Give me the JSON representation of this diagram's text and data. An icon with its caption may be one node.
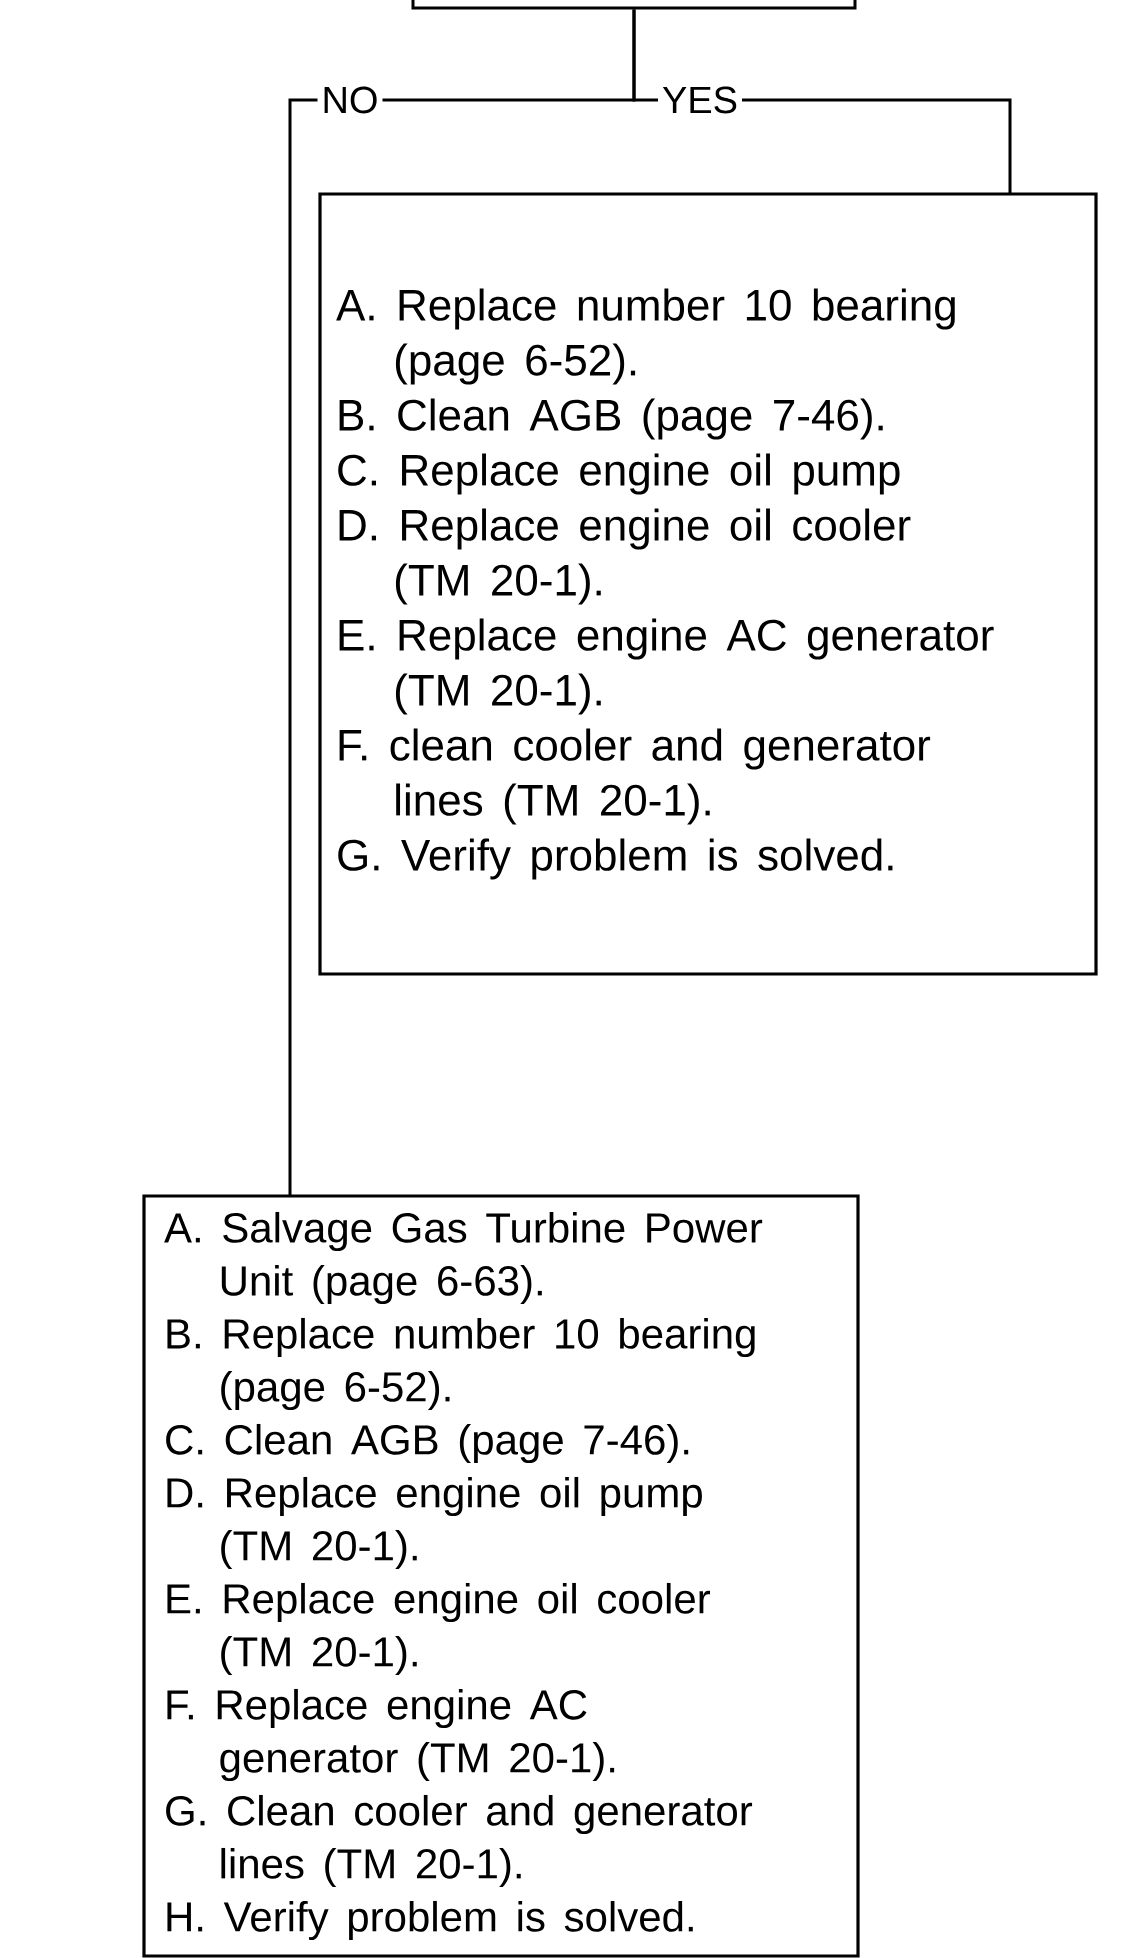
{
  "diagram": {
    "nodes": [
      {
        "text": [],
        "shape": "box"
      },
      {
        "text": [
          "A. Replace number 10 bearing (page 6-52).",
          "B. Clean AGB (page 7-46).",
          "C. Replace engine oil pump",
          "D. Replace engine oil cooler (TM 20-1).",
          "E. Replace engine AC generator (TM 20-1).",
          "F. clean cooler and generator lines (TM 20-1).",
          "G. Verify problem is solved."
        ]
      },
      {
        "text": [
          "A. Salvage Gas Turbine Power Unit (page 6-63).",
          "B. Replace number 10 bearing (page 6-52).",
          "C. Clean AGB (page 7-46).",
          "D. Replace engine oil pump (TM 20-1).",
          "E. Replace engine oil cooler (TM 20-1).",
          "F. Replace engine AC generator (TM 20-1).",
          "G. Clean cooler and generator lines (TM 20-1).",
          "H. Verify problem is solved."
        ]
      }
    ],
    "edges": [
      {
        "from": 0,
        "to": 1,
        "arrow": "none",
        "label": "YES"
      },
      {
        "from": 0,
        "to": 2,
        "arrow": "none",
        "label": "NO"
      }
    ]
  }
}
